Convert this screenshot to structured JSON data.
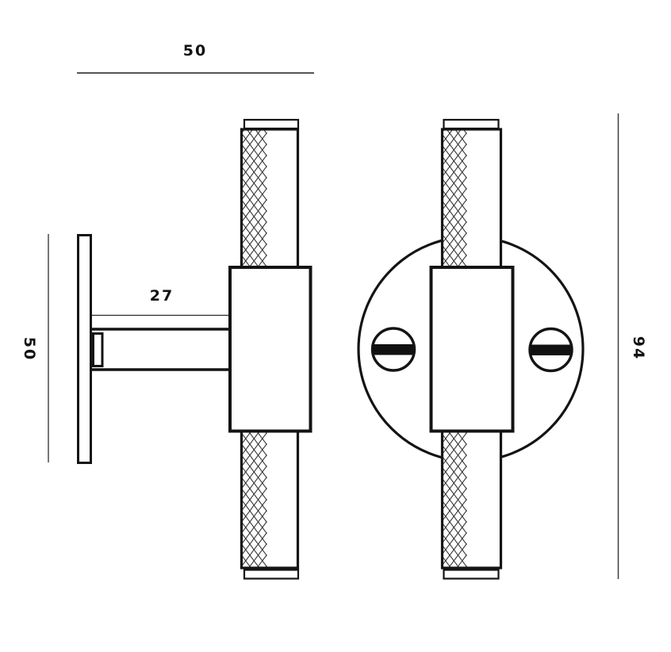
{
  "drawing": {
    "kind": "technical-dimension-drawing",
    "subject": "T-bar door knob with knurled grip, wall plate / round rose with two slotted screws",
    "views": [
      {
        "id": "side-view",
        "name": "Side profile view"
      },
      {
        "id": "front-view",
        "name": "Front view"
      }
    ],
    "dimensions": {
      "handle_width": "50",
      "projection": "27",
      "plate_height": "50",
      "overall_height": "94"
    },
    "colors": {
      "outline": "#141414",
      "dimension_line_dark": "#2a2a2a",
      "dimension_line_gray": "#565656",
      "screw_slot": "#111111",
      "background": "#ffffff"
    }
  }
}
